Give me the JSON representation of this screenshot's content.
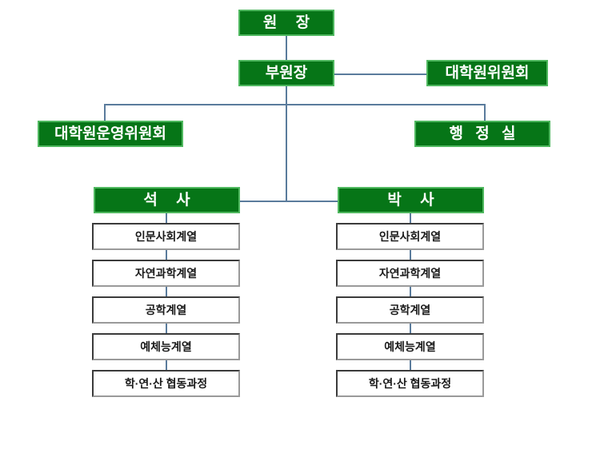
{
  "chart_data": {
    "type": "diagram",
    "title": "대학원 조직도",
    "orientation": "top-down",
    "nodes": [
      {
        "id": "director",
        "label": "원  장",
        "level": 0,
        "style": "green"
      },
      {
        "id": "vice_director",
        "label": "부원장",
        "level": 1,
        "style": "green"
      },
      {
        "id": "grad_committee",
        "label": "대학원위원회",
        "level": 1,
        "style": "green"
      },
      {
        "id": "ops_committee",
        "label": "대학원운영위원회",
        "level": 2,
        "style": "green"
      },
      {
        "id": "admin_office",
        "label": "행 정 실",
        "level": 2,
        "style": "green"
      },
      {
        "id": "masters",
        "label": "석  사",
        "level": 3,
        "style": "green"
      },
      {
        "id": "doctorate",
        "label": "박  사",
        "level": 3,
        "style": "green"
      }
    ],
    "edges": [
      {
        "from": "director",
        "to": "vice_director"
      },
      {
        "from": "vice_director",
        "to": "grad_committee"
      },
      {
        "from": "vice_director",
        "to": "ops_committee"
      },
      {
        "from": "vice_director",
        "to": "admin_office"
      },
      {
        "from": "vice_director",
        "to": "masters"
      },
      {
        "from": "vice_director",
        "to": "doctorate"
      }
    ],
    "colors": {
      "box_fill": "#067517",
      "box_border": "#4fb85f",
      "box_text": "#ffffff",
      "leaf_fill": "#ffffff",
      "leaf_border_dark": "#3b3b3b",
      "leaf_border_light": "#9a9a9a",
      "leaf_text": "#1a1a1a",
      "connector": "#5a7b9c",
      "background": "#ffffff"
    }
  },
  "nodes": {
    "director": {
      "label": "원  장"
    },
    "vice_director": {
      "label": "부원장"
    },
    "grad_committee": {
      "label": "대학원위원회"
    },
    "ops_committee": {
      "label": "대학원운영위원회"
    },
    "admin_office": {
      "label": "행 정 실"
    },
    "masters": {
      "label": "석  사"
    },
    "doctorate": {
      "label": "박  사"
    }
  },
  "masters_programs": [
    {
      "label": "인문사회계열"
    },
    {
      "label": "자연과학계열"
    },
    {
      "label": "공학계열"
    },
    {
      "label": "예체능계열"
    },
    {
      "label": "학·연·산 협동과정"
    }
  ],
  "doctorate_programs": [
    {
      "label": "인문사회계열"
    },
    {
      "label": "자연과학계열"
    },
    {
      "label": "공학계열"
    },
    {
      "label": "예체능계열"
    },
    {
      "label": "학·연·산 협동과정"
    }
  ]
}
